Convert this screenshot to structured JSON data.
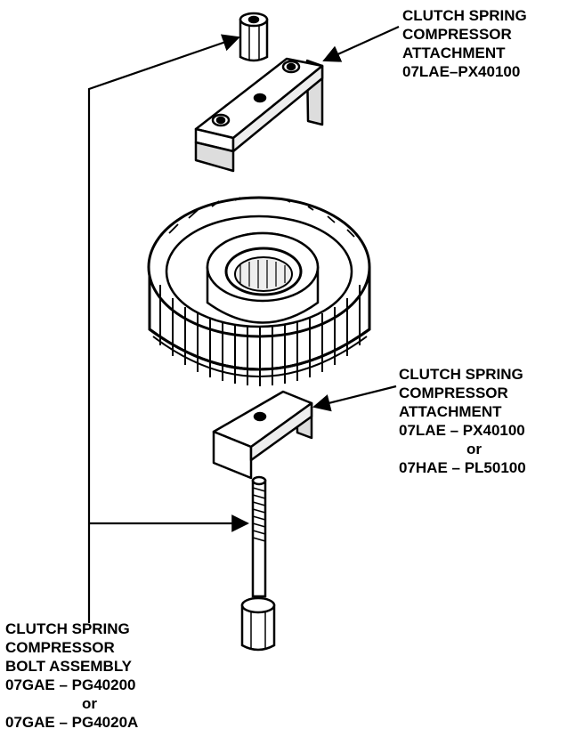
{
  "labels": {
    "top_attachment": {
      "lines": [
        "CLUTCH SPRING",
        "COMPRESSOR",
        "ATTACHMENT",
        "07LAE–PX40100"
      ]
    },
    "bottom_attachment": {
      "lines": [
        "CLUTCH SPRING",
        "COMPRESSOR",
        "ATTACHMENT",
        "07LAE – PX40100"
      ],
      "or_text": "or",
      "alt_line": "07HAE – PL50100"
    },
    "bolt_assembly": {
      "lines": [
        "CLUTCH SPRING",
        "COMPRESSOR",
        "BOLT ASSEMBLY",
        "07GAE – PG40200"
      ],
      "or_text": "or",
      "alt_line": "07GAE – PG4020A"
    }
  }
}
